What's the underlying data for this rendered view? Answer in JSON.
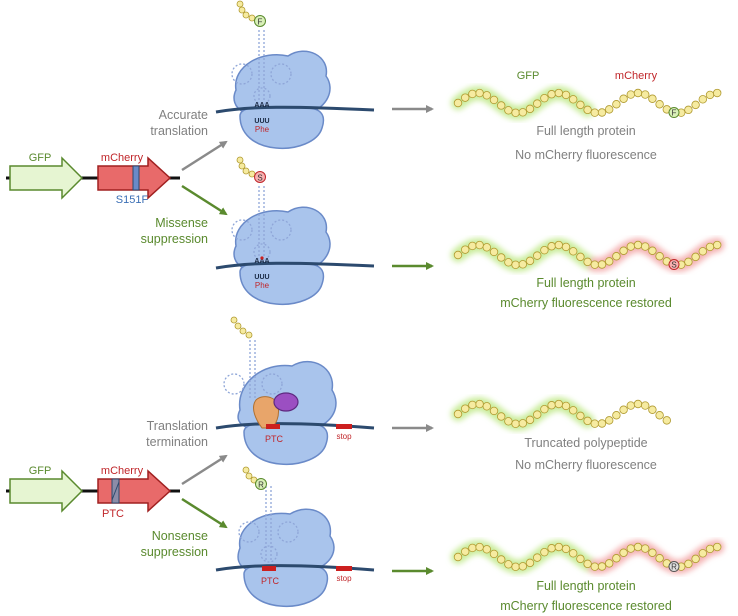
{
  "colors": {
    "gfp_arrow_fill": "#e6f5d2",
    "gfp_arrow_stroke": "#5a8a2e",
    "mcherry_arrow_fill": "#e86a6a",
    "mcherry_arrow_stroke": "#a02020",
    "ribosome_fill": "#a9c4ec",
    "ribosome_stroke": "#6a8ac8",
    "mrna": "#2c4a6e",
    "trna": "#8fa6d8",
    "bead_fill": "#f6eba0",
    "bead_stroke": "#b09a30",
    "gfp_glow": "#c9ec9a",
    "mcherry_glow": "#f4b2b2",
    "green_text": "#5a8a2e",
    "red_text": "#c0262a",
    "gray_text": "#808080",
    "blue_text": "#3b6fb5",
    "ptc_red": "#cc1f1f",
    "erf1_purple": "#9b4fc2",
    "erf3_orange": "#e8a56a"
  },
  "top": {
    "construct": {
      "gfp_label": "GFP",
      "mcherry_label": "mCherry",
      "mutation_label": "S151F"
    },
    "path1": {
      "label_line1": "Accurate",
      "label_line2": "translation",
      "anticodon": "AAA",
      "codon": "UUU",
      "amino_acid": "Phe",
      "charged_aa": "F",
      "protein_gfp_label": "GFP",
      "protein_mcherry_label": "mCherry",
      "end_residue": "F",
      "result_line1": "Full length protein",
      "result_line2": "No mCherry fluorescence"
    },
    "path2": {
      "label_line1": "Missense",
      "label_line2": "suppression",
      "anticodon": "AAA",
      "codon": "UUU",
      "amino_acid": "Phe",
      "charged_aa": "S",
      "end_residue": "S",
      "result_line1": "Full length protein",
      "result_line2": "mCherry fluorescence restored"
    }
  },
  "bottom": {
    "construct": {
      "gfp_label": "GFP",
      "mcherry_label": "mCherry",
      "mutation_label": "PTC"
    },
    "path3": {
      "label_line1": "Translation",
      "label_line2": "termination",
      "ptc_label": "PTC",
      "stop_label": "stop",
      "result_line1": "Truncated polypeptide",
      "result_line2": "No mCherry fluorescence"
    },
    "path4": {
      "label_line1": "Nonsense",
      "label_line2": "suppression",
      "charged_aa": "R",
      "ptc_label": "PTC",
      "stop_label": "stop",
      "end_residue": "R",
      "result_line1": "Full length protein",
      "result_line2": "mCherry fluorescence restored"
    }
  }
}
